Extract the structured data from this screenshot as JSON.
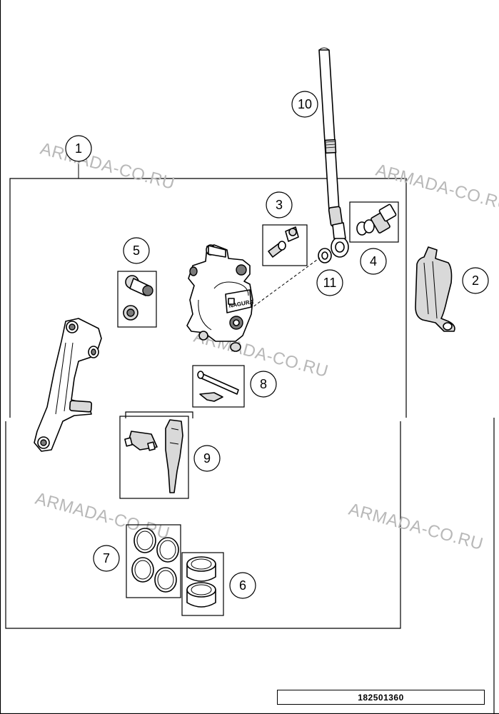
{
  "watermarks": [
    "ARMADA-CO.RU",
    "ARMADA-CO.RU",
    "ARMADA-CO.RU",
    "ARMADA-CO.RU",
    "ARMADA-CO.RU"
  ],
  "callouts": {
    "c1": "1",
    "c2": "2",
    "c3": "3",
    "c4": "4",
    "c5": "5",
    "c6": "6",
    "c7": "7",
    "c8": "8",
    "c9": "9",
    "c10": "10",
    "c11": "11"
  },
  "caliper_brand": "NAGURA",
  "reference_number": "182501360"
}
